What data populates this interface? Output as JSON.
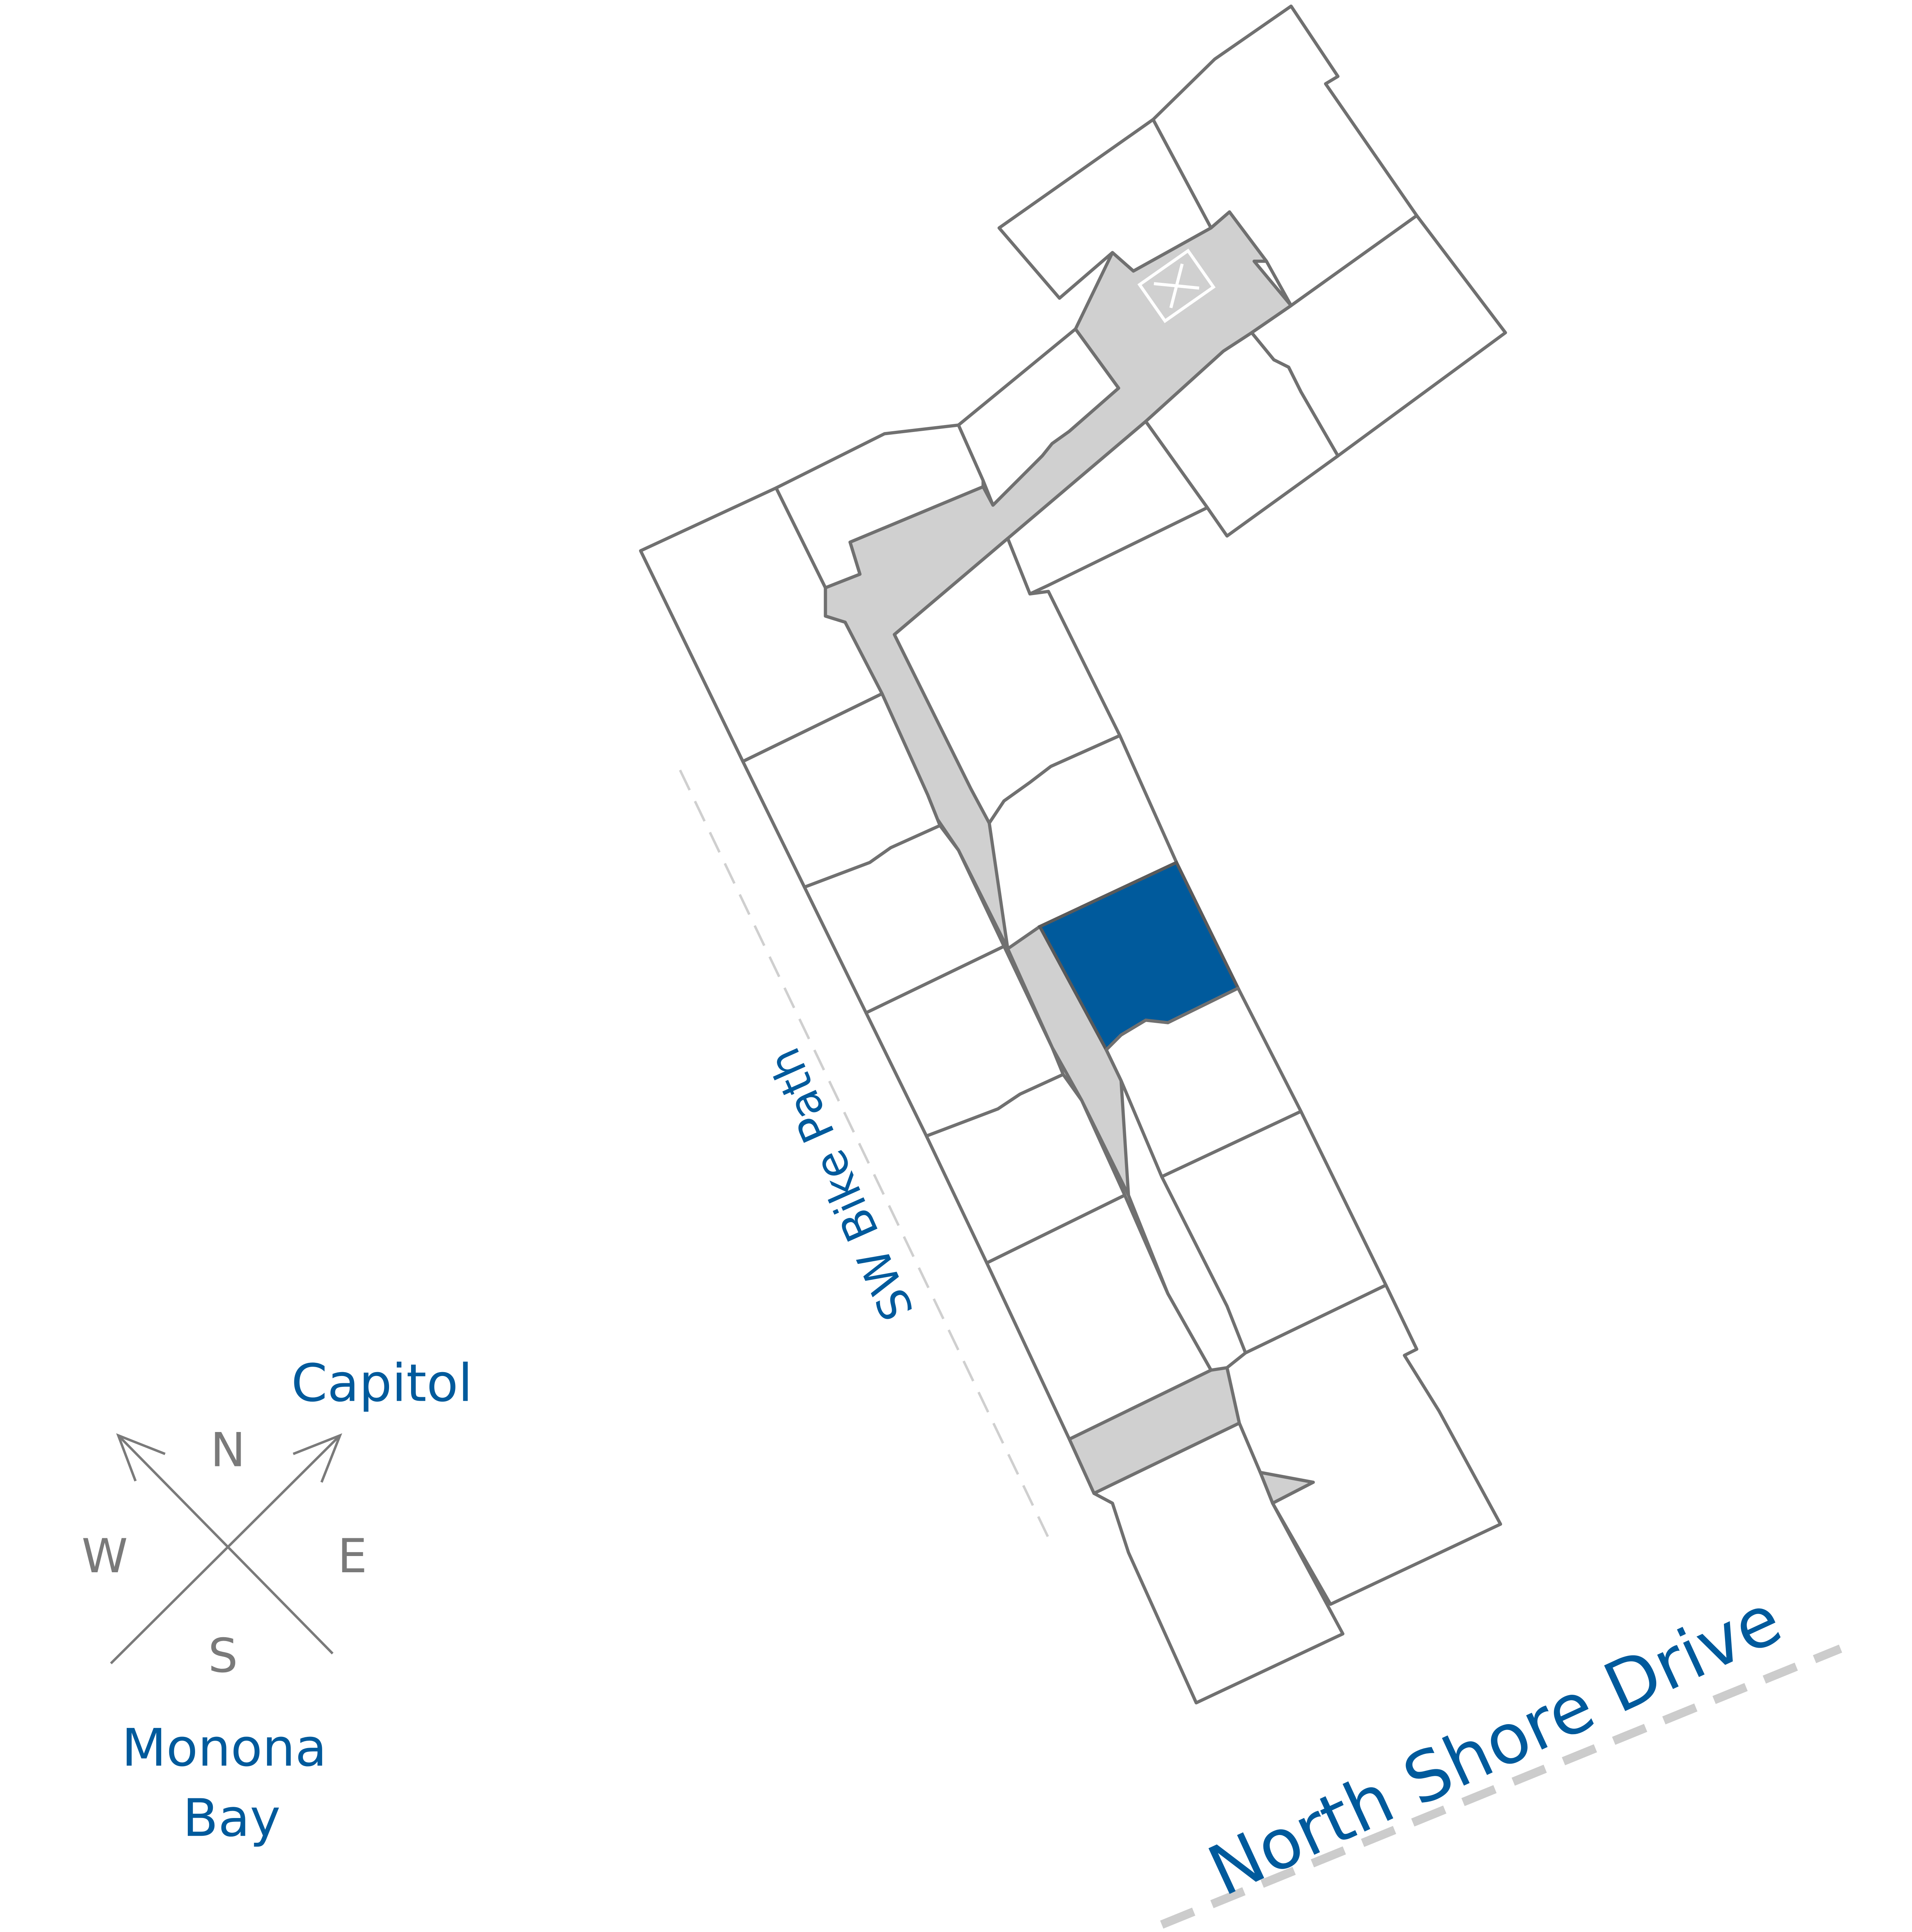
{
  "colors": {
    "highlight_unit": "#005a9c",
    "label_blue": "#005a9c",
    "outline_gray": "#707070",
    "corridor_gray": "#d0d0d0",
    "road_dash": "#cccccc"
  },
  "labels": {
    "bike_path": "SW Bike Path",
    "street": "North Shore Drive",
    "capitol": "Capitol",
    "monona_line1": "Monona",
    "monona_line2": "Bay"
  },
  "compass": {
    "north": "N",
    "south": "S",
    "east": "E",
    "west": "W"
  },
  "floorplan": {
    "highlighted_unit": "selected"
  }
}
